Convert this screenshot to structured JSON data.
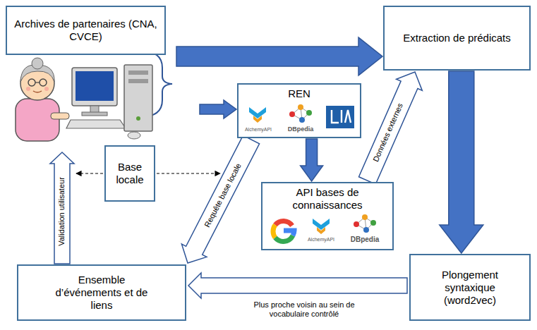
{
  "diagram": {
    "nodes": [
      {
        "text": [
          "Archives de partenaires (CNA, CVCE)"
        ]
      },
      {
        "text": [
          "REN",
          "AlchemyAPI",
          "DBpedia"
        ]
      },
      {
        "text": [
          "API bases de connaissances",
          "AlchemyAPI",
          "DBpedia"
        ]
      },
      {
        "text": [
          "Extraction de prédicats"
        ]
      },
      {
        "text": [
          "Base locale"
        ]
      },
      {
        "text": [
          "Ensemble d’événements et de liens"
        ]
      },
      {
        "text": [
          "Plongement syntaxique (word2vec)"
        ]
      }
    ],
    "edges": [
      {
        "from": 0,
        "to": 3,
        "arrow": "to"
      },
      {
        "from": 0,
        "to": 1,
        "arrow": "to"
      },
      {
        "from": 1,
        "to": 2,
        "arrow": "to"
      },
      {
        "from": 2,
        "to": 3,
        "label": "Données externes",
        "arrow": "to"
      },
      {
        "from": 3,
        "to": 6,
        "arrow": "to"
      },
      {
        "from": 6,
        "to": 5,
        "label": "Plus proche voisin au sein de vocabulaire contrôlé",
        "arrow": "to"
      },
      {
        "from": 1,
        "to": 5,
        "label": "Requête base locale",
        "arrow": "to"
      }
    ],
    "labels": [
      "Validation utilisateur"
    ]
  }
}
